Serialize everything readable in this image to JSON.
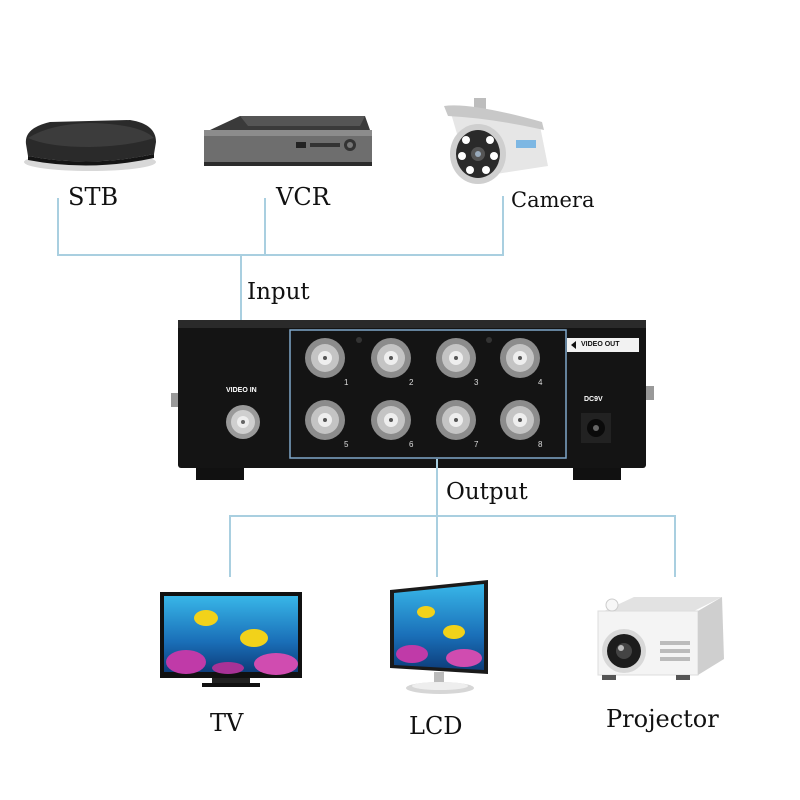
{
  "inputs": {
    "section_label": "Input",
    "devices": [
      {
        "label": "STB",
        "icon": "set-top-box-icon"
      },
      {
        "label": "VCR",
        "icon": "vcr-icon"
      },
      {
        "label": "Camera",
        "icon": "security-camera-icon"
      }
    ]
  },
  "splitter": {
    "video_in_label": "VIDEO IN",
    "video_out_label": "VIDEO OUT",
    "power_label": "DC9V",
    "port_numbers": [
      "1",
      "2",
      "3",
      "4",
      "5",
      "6",
      "7",
      "8"
    ]
  },
  "outputs": {
    "section_label": "Output",
    "devices": [
      {
        "label": "TV",
        "icon": "tv-icon"
      },
      {
        "label": "LCD",
        "icon": "lcd-monitor-icon"
      },
      {
        "label": "Projector",
        "icon": "projector-icon"
      }
    ]
  },
  "colors": {
    "connector_line": "#a9cfe0",
    "highlight_box": "#7fa6c9",
    "device_body": "#111111"
  }
}
